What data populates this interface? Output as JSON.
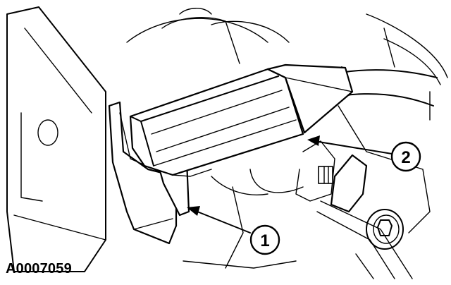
{
  "figure_id": "A0007059",
  "callouts": [
    {
      "number": "1"
    },
    {
      "number": "2"
    }
  ],
  "colors": {
    "line": "#000000",
    "background": "#ffffff"
  }
}
